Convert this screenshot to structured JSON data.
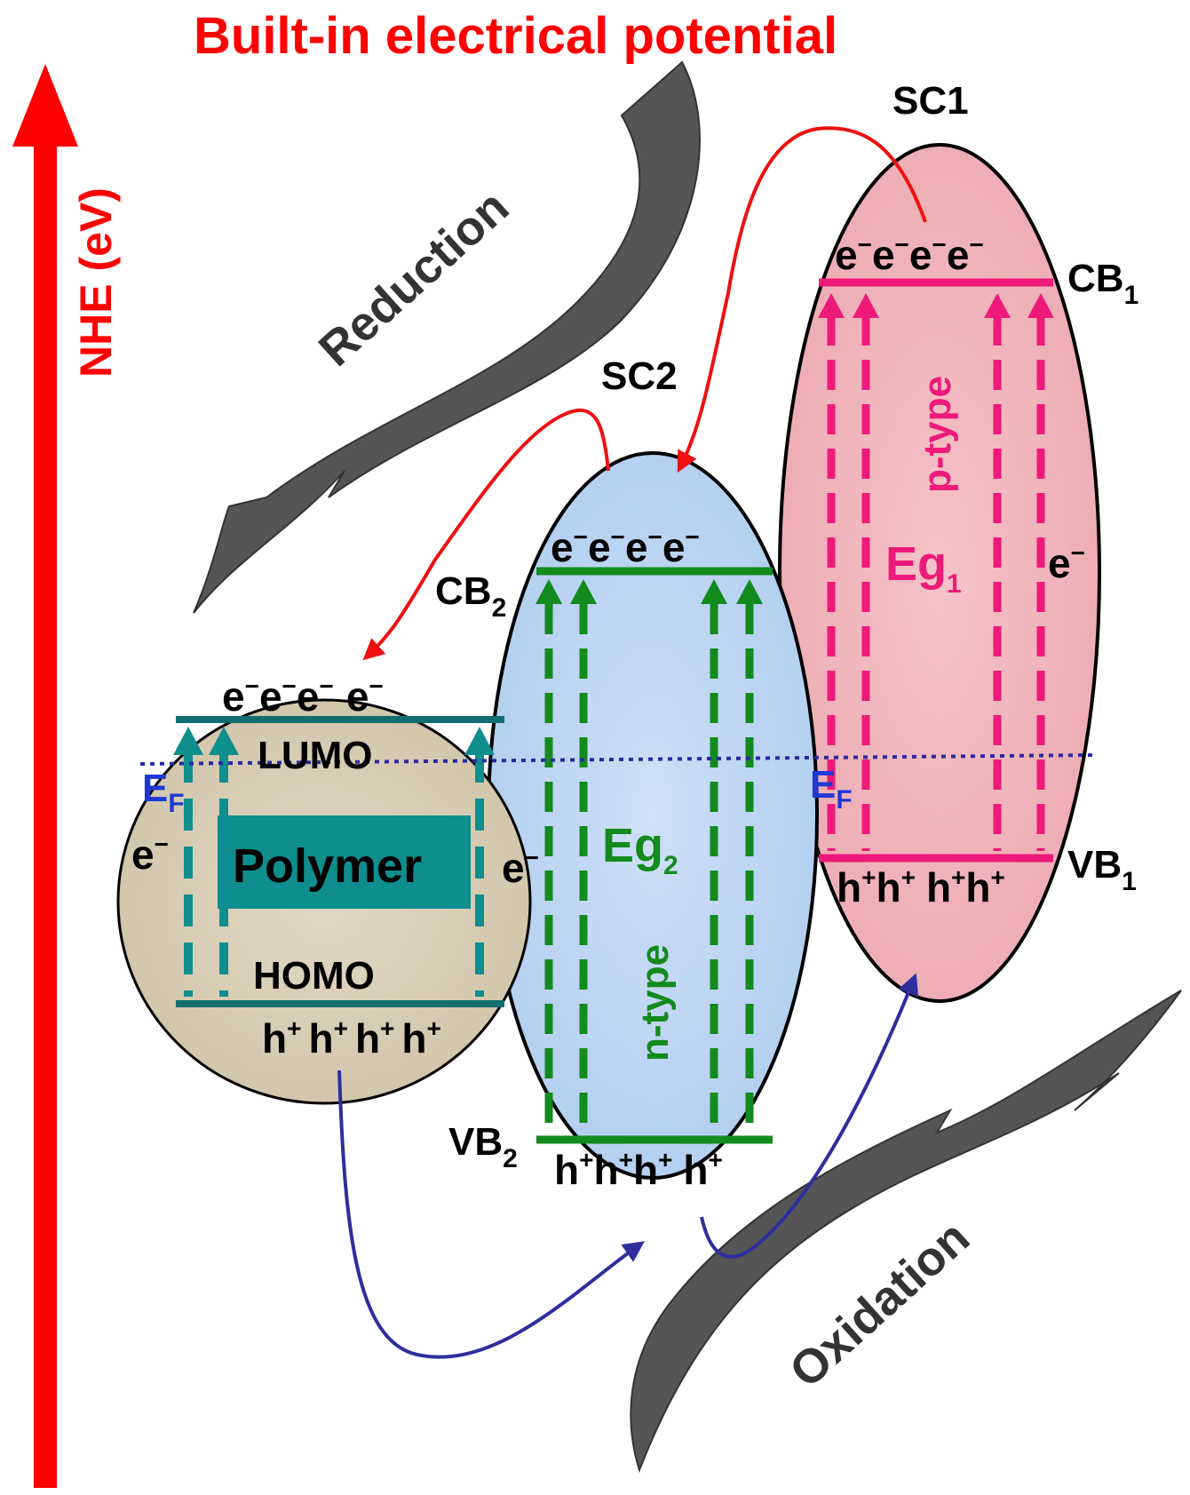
{
  "title": "Built-in electrical potential",
  "axis_label": "NHE (eV)",
  "process_labels": {
    "reduction": "Reduction",
    "oxidation": "Oxidation"
  },
  "sc1": {
    "name": "SC1",
    "type": "p-type",
    "cb_main": "CB",
    "cb_sub": "1",
    "vb_main": "VB",
    "vb_sub": "1",
    "eg_main": "Eg",
    "eg_sub": "1",
    "electrons": "e",
    "holes": "h",
    "ef_main": "E",
    "ef_sub": "F",
    "side_carrier": "e"
  },
  "sc2": {
    "name": "SC2",
    "type": "n-type",
    "cb_main": "CB",
    "cb_sub": "2",
    "vb_main": "VB",
    "vb_sub": "2",
    "eg_main": "Eg",
    "eg_sub": "2",
    "electrons": "e",
    "holes": "h",
    "side_carrier": "e"
  },
  "polymer": {
    "name": "Polymer",
    "lumo": "LUMO",
    "homo": "HOMO",
    "electrons": "e",
    "holes": "h",
    "ef_main": "E",
    "ef_sub": "F",
    "side_carrier": "e"
  },
  "signs": {
    "minus": "−",
    "plus": "+"
  },
  "colors": {
    "axis_arrow": "#ff0000",
    "title": "#ff0000",
    "sc1_fill": "#f2b5bc",
    "sc1_accent": "#ee1a7a",
    "sc2_fill": "#bcd6f3",
    "sc2_accent": "#138a1e",
    "polymer_fill": "#d9cfb9",
    "polymer_accent": "#0f8e8e",
    "fermi_level": "#2a2aa0",
    "ef_text": "#1f38d6",
    "electron_transfer": "#ee1010",
    "hole_transfer": "#2e2e9e",
    "process_arrow": "#555555"
  },
  "icons": [
    "up-arrow-icon",
    "curved-arrow-icon"
  ]
}
